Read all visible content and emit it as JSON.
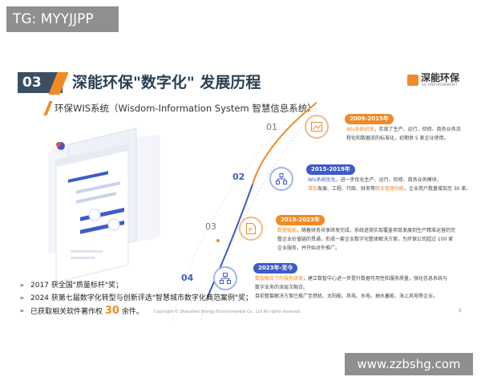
{
  "watermark_top": "TG: MYYJJPP",
  "watermark_bottom": "www.zzbshg.com",
  "header": {
    "number": "03",
    "title": "深能环保\"数字化\" 发展历程",
    "subtitle": "环保WIS系统（Wisdom-Information System 智慧信息系统）"
  },
  "logo": {
    "name": "深能环保",
    "sub": "SE ENVIRONMENT"
  },
  "timeline": [
    {
      "step": "01",
      "period": "2009-2015年",
      "line1_hl": "Wis系统研发",
      "line1_rest": "，实现了生产、运行、检修、商务业务流",
      "line2": "程化和数据流的标准化，初期供 5 家企业使用。",
      "icon": "image-icon"
    },
    {
      "step": "02",
      "period": "2015-2019年",
      "line1_hl": "Wis系统优化",
      "line1_rest": "，进一步优化生产、运行、检修、商务业务模块，",
      "line2_hl1": "增加",
      "line2_mid": "发展、工程、行政、财务等",
      "line2_hl2": "职业管理功能",
      "line2_rest": "，企业用户数量增加至 30 家。",
      "icon": "org-chart-icon"
    },
    {
      "step": "03",
      "period": "2019-2023年",
      "line1_hl": "数据赋能",
      "line1_rest": "，随着财务共享研发完成，系统逐渐实现覆盖项目发展到生产精准运营的完",
      "line2": "整企业价值链的贯通，形成一套企业数字化整体解决方案，为环保公司超过  100  家",
      "line3": "企业服务，并开始对外推广。",
      "icon": "document-p-icon"
    },
    {
      "step": "04",
      "period": "2023年-至今",
      "line1_hl": "数智融合下的服务研发",
      "line1_rest": "，建立数智中心进一步提升数据可用性和服务质量，强化信息系统与",
      "line2": "数字业务的深层次融合。",
      "line3": "目前整套解决方案已推广至燃机、太阳能、风电、水电、抽水蓄能、海上风电等企业。",
      "icon": "network-icon"
    }
  ],
  "bullets": {
    "b1": "2017  获全国\"质量标杆\"奖；",
    "b2": "2024  获第七届数字化转型与创新评选\"智慧城市数字化典范案例\"奖；",
    "b3_pre": "已获取相关软件著作权 ",
    "b3_num": "30",
    "b3_post": " 余件。"
  },
  "footer": {
    "copyright": "Copyright © Shenzhen Energy Environmental Co., Ltd All rights reserved.",
    "page": "9"
  },
  "colors": {
    "accent_orange": "#f08a24",
    "accent_blue": "#3e5bc7",
    "header_dark": "#3b4f63"
  }
}
